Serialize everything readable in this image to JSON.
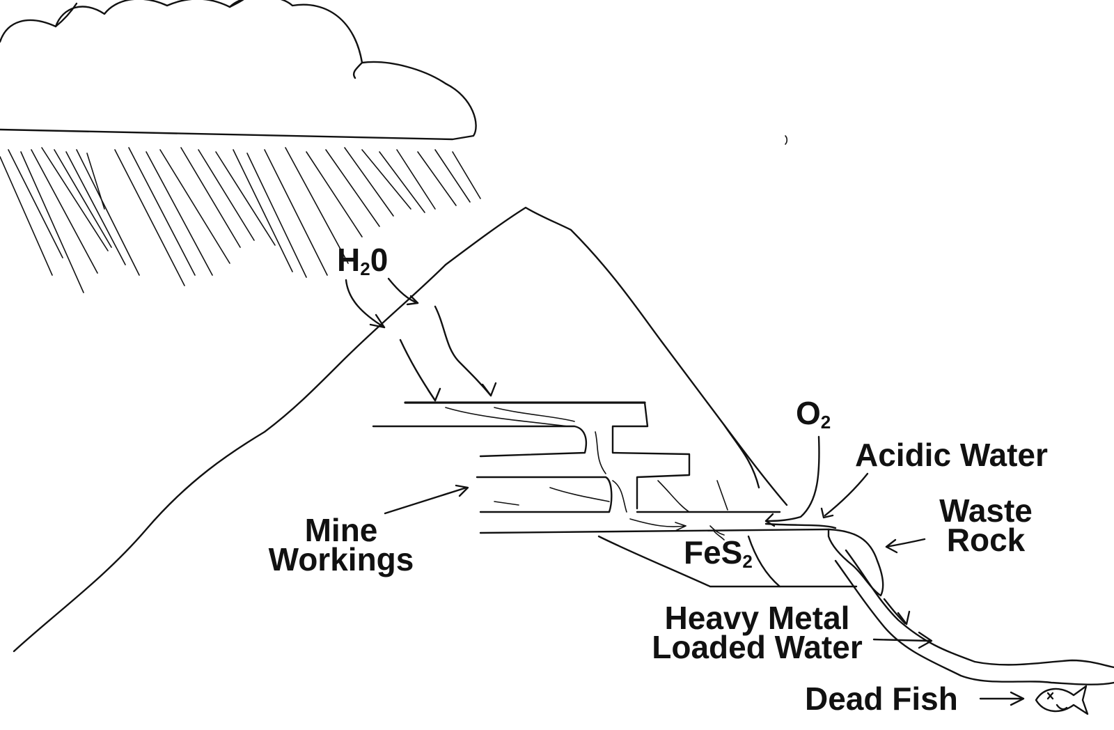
{
  "labels": {
    "h2o": {
      "main": "H",
      "sub": "2",
      "rest": "0"
    },
    "o2": {
      "main": "O",
      "sub": "2"
    },
    "acidic_water": "Acidic Water",
    "waste_rock": [
      "Waste",
      "Rock"
    ],
    "mine_workings": [
      "Mine",
      "Workings"
    ],
    "fes2": {
      "main": "FeS",
      "sub": "2"
    },
    "heavy_metal": [
      "Heavy Metal",
      "Loaded Water"
    ],
    "dead_fish": "Dead Fish"
  },
  "colors": {
    "ink": "#111111",
    "paper": "#ffffff"
  },
  "icons": [
    "rain-cloud-icon",
    "fish-icon"
  ]
}
